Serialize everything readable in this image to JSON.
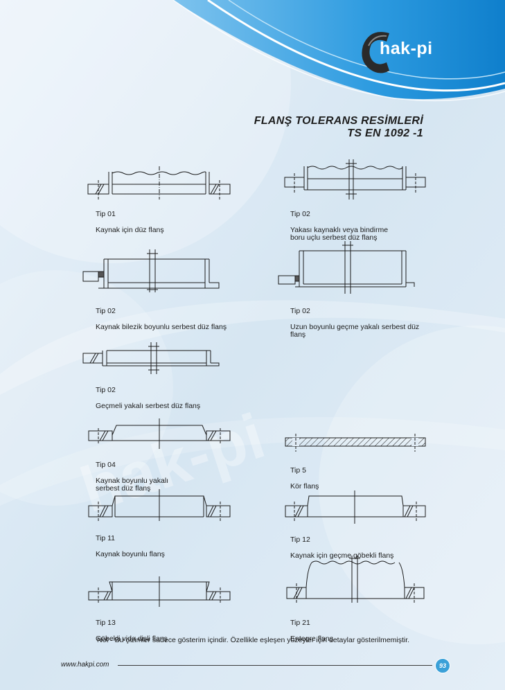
{
  "brand": {
    "name": "hak-pi",
    "watermark": "hak-pi"
  },
  "title": {
    "line1": "FLANŞ TOLERANS RESİMLERİ",
    "line2": "TS EN 1092 -1"
  },
  "figures": [
    {
      "id": "tip01",
      "type": "Tip 01",
      "desc": "Kaynak için düz flanş"
    },
    {
      "id": "tip02a",
      "type": "Tip 02",
      "desc": "Yakası kaynaklı veya bindirme\nboru uçlu serbest düz flanş"
    },
    {
      "id": "tip02b",
      "type": "Tip 02",
      "desc": "Kaynak bilezik boyunlu serbest düz flanş"
    },
    {
      "id": "tip02c",
      "type": "Tip 02",
      "desc": "Uzun boyunlu geçme yakalı serbest düz\nflanş"
    },
    {
      "id": "tip02d",
      "type": "Tip 02",
      "desc": "Geçmeli yakalı serbest düz flanş"
    },
    {
      "id": "tip04",
      "type": "Tip 04",
      "desc": "Kaynak boyunlu yakalı\nserbest düz flanş"
    },
    {
      "id": "tip05",
      "type": "Tip 5",
      "desc": "Kör flanş"
    },
    {
      "id": "tip11",
      "type": "Tip 11",
      "desc": "Kaynak boyunlu flanş"
    },
    {
      "id": "tip12",
      "type": "Tip 12",
      "desc": "Kaynak için geçme göbekli flanş"
    },
    {
      "id": "tip13",
      "type": "Tip 13",
      "desc": "Göbekli vida dişli flanş"
    },
    {
      "id": "tip21",
      "type": "Tip 21",
      "desc": "Entegre flanş"
    }
  ],
  "note": "Not - Bu çizimler sadece gösterim içindir. Özellikle eşleşen yüzeyler için detaylar gösterilmemiştir.",
  "footer": {
    "website": "www.hakpi.com",
    "page": "93"
  },
  "colors": {
    "background": "#dfeaf4",
    "accent": "#3aa0d8",
    "wave": "#1f8fd6",
    "line": "#1a1a1a"
  }
}
